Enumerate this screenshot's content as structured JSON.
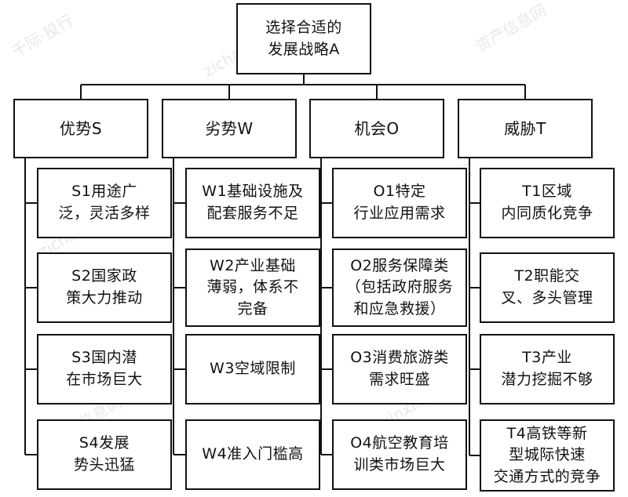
{
  "root": {
    "label": "选择合适的\n发展战略A"
  },
  "categories": [
    {
      "title": "优势S",
      "items": [
        "S1用途广\n泛，灵活多样",
        "S2国家政\n策大力推动",
        "S3国内潜\n在市场巨大",
        "S4发展\n势头迅猛"
      ]
    },
    {
      "title": "劣势W",
      "items": [
        "W1基础设施及\n配套服务不足",
        "W2产业基础\n薄弱，体系不\n完备",
        "W3空域限制",
        "W4准入门槛高"
      ]
    },
    {
      "title": "机会O",
      "items": [
        "O1特定\n行业应用需求",
        "O2服务保障类\n（包括政府服务\n和应急救援）",
        "O3消费旅游类\n需求旺盛",
        "O4航空教育培\n训类市场巨大"
      ]
    },
    {
      "title": "威胁T",
      "items": [
        "T1区域\n内同质化竞争",
        "T2职能交\n叉、多头管理",
        "T3产业\n潜力挖掘不够",
        "T4高铁等新\n型城际快速\n交通方式的竞争"
      ]
    }
  ],
  "watermarks": [
    "千际·投行",
    "资产信息网",
    "zichanxinxi.com"
  ]
}
